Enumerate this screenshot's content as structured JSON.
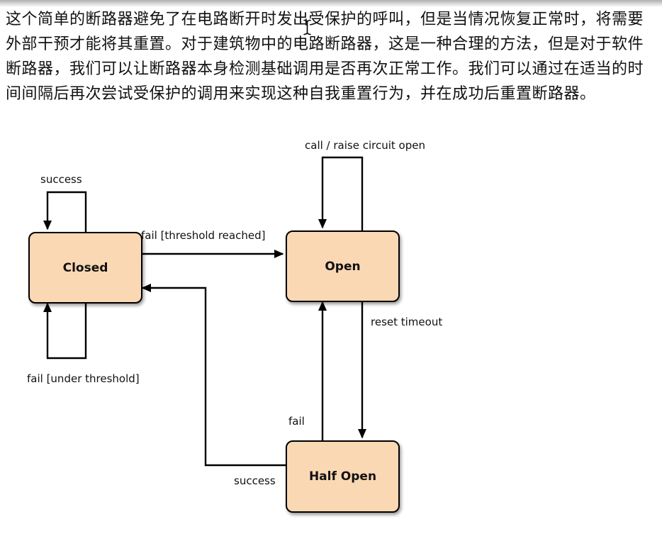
{
  "paragraph": {
    "lines": [
      "这个简单的断路器避免了在电路断开时发出受保护的呼叫，但是当情况恢复正常时，将需要",
      "外部干预才能将其重置。对于建筑物中的电路断路器，这是一种合理的方法，但是对于软件",
      "断路器，我们可以让断路器本身检测基础调用是否再次正常工作。我们可以通过在适当的时",
      "间间隔后再次尝试受保护的调用来实现这种自我重置行为，并在成功后重置断路器。"
    ]
  },
  "diagram": {
    "type": "state-diagram",
    "colors": {
      "state_fill": "#fbd8b4",
      "state_border": "#000000",
      "arrow": "#000000"
    },
    "states": [
      {
        "id": "closed",
        "label": "Closed"
      },
      {
        "id": "open",
        "label": "Open"
      },
      {
        "id": "half_open",
        "label": "Half Open"
      }
    ],
    "transitions": [
      {
        "from": "closed",
        "to": "closed",
        "label": "success"
      },
      {
        "from": "closed",
        "to": "closed",
        "label": "fail [under threshold]"
      },
      {
        "from": "closed",
        "to": "open",
        "label": "fail [threshold reached]"
      },
      {
        "from": "open",
        "to": "open",
        "label": "call / raise circuit open"
      },
      {
        "from": "open",
        "to": "half_open",
        "label": "reset timeout"
      },
      {
        "from": "half_open",
        "to": "open",
        "label": "fail"
      },
      {
        "from": "half_open",
        "to": "closed",
        "label": "success"
      }
    ]
  }
}
